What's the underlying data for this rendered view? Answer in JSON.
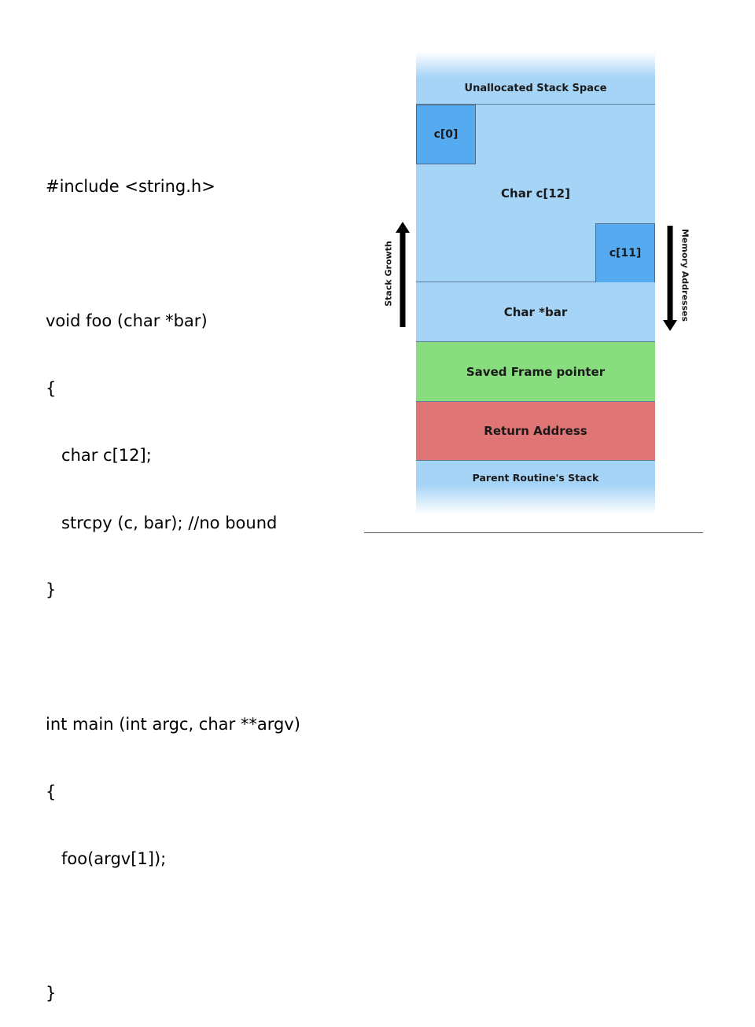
{
  "code": {
    "lines": [
      "#include <string.h>",
      "",
      "void foo (char *bar)",
      "{",
      "   char c[12];",
      "   strcpy (c, bar); //no bound",
      "}",
      "",
      "int main (int argc, char **argv)",
      "{",
      "   foo(argv[1]);",
      "",
      "}"
    ]
  },
  "diagram": {
    "segments": {
      "unallocated": "Unallocated Stack Space",
      "char_c": "Char c[12]",
      "char_bar": "Char *bar",
      "saved_frame_pointer": "Saved Frame pointer",
      "return_address": "Return Address",
      "parent_stack": "Parent Routine's Stack"
    },
    "cells": {
      "c0": "c[0]",
      "c11": "c[11]"
    },
    "labels": {
      "stack_growth": "Stack Growth",
      "memory_addresses": "Memory Addresses"
    },
    "colors": {
      "stack_blue": "#a6d4f7",
      "cell_blue": "#55aaf0",
      "saved_frame_green": "#88dd7e",
      "return_red": "#e07575"
    },
    "arrows": {
      "stack_growth_direction": "up",
      "memory_addresses_direction": "down"
    }
  }
}
